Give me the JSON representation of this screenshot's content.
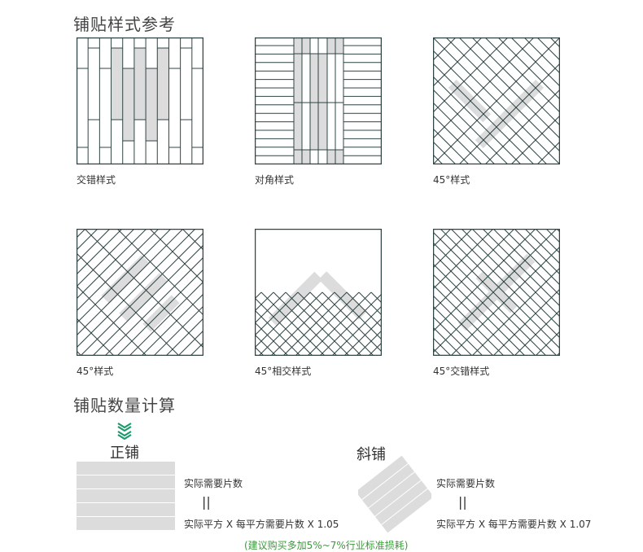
{
  "section1_title": "铺贴样式参考",
  "patterns": [
    {
      "label": "交错样式",
      "type": "staggered"
    },
    {
      "label": "对角样式",
      "type": "diagonal-corner"
    },
    {
      "label": "45°样式",
      "type": "basket-45"
    },
    {
      "label": "45°样式",
      "type": "diag-45"
    },
    {
      "label": "45°相交样式",
      "type": "herringbone-45"
    },
    {
      "label": "45°交错样式",
      "type": "cross-45"
    }
  ],
  "section2_title": "铺贴数量计算",
  "straight": {
    "title": "正铺",
    "line1": "实际需要片数",
    "equals": "||",
    "formula": "实际平方 X  每平方需要片数 X 1.05"
  },
  "diagonal": {
    "title": "斜铺",
    "line1": "实际需要片数",
    "equals": "||",
    "formula": "实际平方 X  每平方需要片数 X 1.07"
  },
  "note": "(建议购买多加5%~7%行业标准损耗)",
  "colors": {
    "border": "#2f4444",
    "tile_gray": "#dcdcdc",
    "accent_green": "#1a9a6a",
    "note_green": "#3a9a3a"
  }
}
